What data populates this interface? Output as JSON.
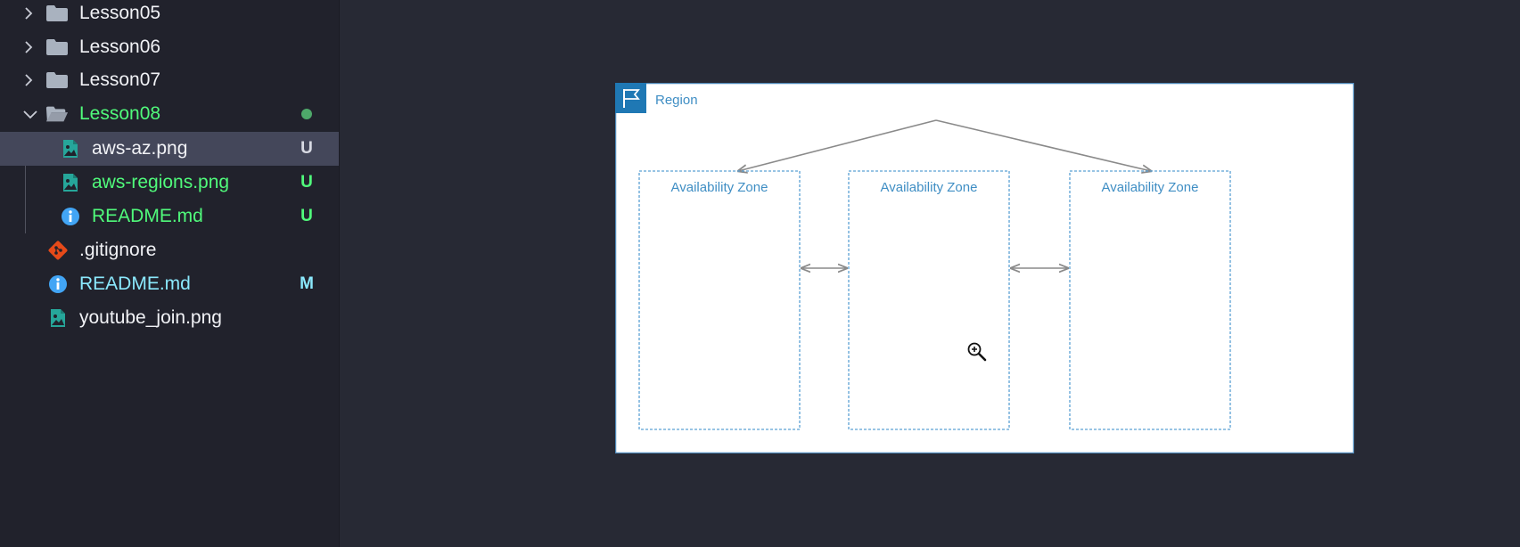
{
  "explorer": {
    "items": [
      {
        "label": "Lesson05",
        "kind": "folder",
        "expanded": false,
        "status": ""
      },
      {
        "label": "Lesson06",
        "kind": "folder",
        "expanded": false,
        "status": ""
      },
      {
        "label": "Lesson07",
        "kind": "folder",
        "expanded": false,
        "status": ""
      },
      {
        "label": "Lesson08",
        "kind": "folder",
        "expanded": true,
        "status": "dot"
      },
      {
        "label": "aws-az.png",
        "kind": "image-file",
        "status": "U",
        "selected": true
      },
      {
        "label": "aws-regions.png",
        "kind": "image-file",
        "status": "U"
      },
      {
        "label": "README.md",
        "kind": "info-file",
        "status": "U"
      },
      {
        "label": ".gitignore",
        "kind": "git-file",
        "status": ""
      },
      {
        "label": "README.md",
        "kind": "info-file",
        "status": "M"
      },
      {
        "label": "youtube_join.png",
        "kind": "image-file",
        "status": ""
      }
    ]
  },
  "image_preview": {
    "region_label": "Region",
    "zones": [
      {
        "label": "Availability Zone"
      },
      {
        "label": "Availability Zone"
      },
      {
        "label": "Availability Zone"
      }
    ]
  },
  "colors": {
    "sidebar_bg": "#21222c",
    "viewer_bg": "#272934",
    "selected_bg": "#44475a",
    "untracked_green": "#50fa7b",
    "modified_cyan": "#8be9fd",
    "aws_blue": "#1f78b4",
    "zone_text": "#3f8ec4"
  }
}
